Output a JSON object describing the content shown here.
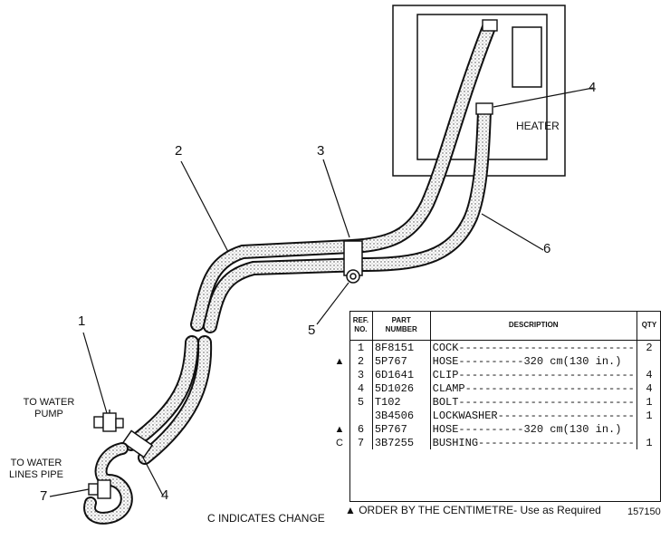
{
  "labels": {
    "heater": "HEATER",
    "to_water_pump": "TO WATER\nPUMP",
    "to_water_lines_pipe": "TO WATER\nLINES PIPE",
    "callouts": [
      "1",
      "2",
      "3",
      "4",
      "4",
      "5",
      "6",
      "7"
    ]
  },
  "table": {
    "headers": [
      "REF.\nNO.",
      "PART\nNUMBER",
      "DESCRIPTION",
      "QTY"
    ],
    "rows": [
      {
        "mark": "",
        "ref": "1",
        "part": "8F8151",
        "desc": "COCK---------------------------",
        "qty": "2"
      },
      {
        "mark": "▲",
        "ref": "2",
        "part": "5P767",
        "desc": "HOSE----------320 cm(130 in.)",
        "qty": ""
      },
      {
        "mark": "",
        "ref": "3",
        "part": "6D1641",
        "desc": "CLIP---------------------------",
        "qty": "4"
      },
      {
        "mark": "",
        "ref": "4",
        "part": "5D1026",
        "desc": "CLAMP--------------------------",
        "qty": "4"
      },
      {
        "mark": "",
        "ref": "5",
        "part": "T102",
        "desc": "BOLT---------------------------",
        "qty": "1"
      },
      {
        "mark": "",
        "ref": "",
        "part": "3B4506",
        "desc": "LOCKWASHER---------------------",
        "qty": "1"
      },
      {
        "mark": "▲",
        "ref": "6",
        "part": "5P767",
        "desc": "HOSE----------320 cm(130 in.)",
        "qty": ""
      },
      {
        "mark": "C",
        "ref": "7",
        "part": "3B7255",
        "desc": "BUSHING------------------------",
        "qty": "1"
      }
    ]
  },
  "footer": {
    "change_note": "C INDICATES CHANGE",
    "order_note": "▲ ORDER BY THE CENTIMETRE- Use as Required",
    "drawing_no": "157150"
  }
}
